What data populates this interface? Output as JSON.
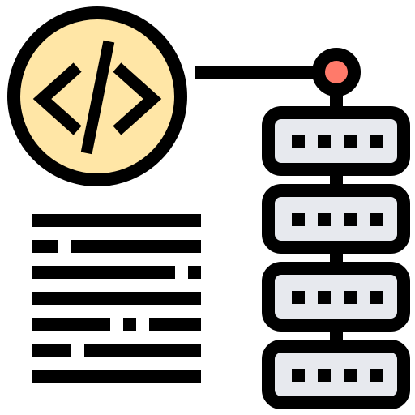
{
  "illustration": {
    "icon_names": [
      "code-icon",
      "connection-node-icon",
      "server-rack-icon",
      "text-document-icon"
    ],
    "colors": {
      "outline": "#000000",
      "code_circle_fill": "#FFE6A6",
      "node_fill": "#FF7A6A",
      "server_fill": "#E7E9EE",
      "background": "#FFFFFF"
    },
    "server_unit_count": 4,
    "indicators_per_unit": 4,
    "text_line_count": 7
  }
}
